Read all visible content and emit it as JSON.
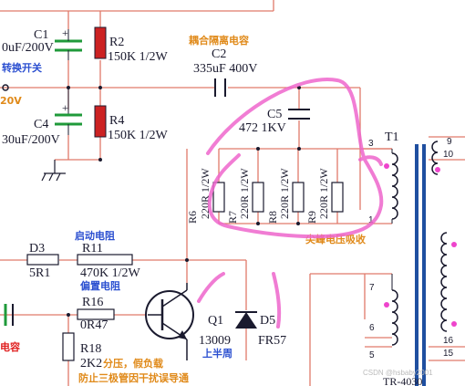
{
  "labels": {
    "c1_name": "C1",
    "c1_value": "0uF/200V",
    "switch_label": "转换开关",
    "r2_name": "R2",
    "r2_value": "150K 1/2W",
    "coupling_cap_label": "耦合隔离电容",
    "c2_name": "C2",
    "c2_value": "335uF 400V",
    "left_voltage": "20V",
    "c4_name": "C4",
    "c4_value": "30uF/200V",
    "r4_name": "R4",
    "r4_value": "150K 1/2W",
    "c5_name": "C5",
    "c5_value": "472 1KV",
    "t1_name": "T1",
    "r6": "R6",
    "r6_value": "220R 1/2W",
    "r7": "R7",
    "r7_value": "220R 1/2W",
    "r8": "R8",
    "r8_value": "220R 1/2W",
    "r9": "R9",
    "r9_value": "220R 1/2W",
    "peak_absorb_label": "尖峰电压吸收",
    "start_res_label": "启动电阻",
    "d3_name": "D3",
    "d3_value": "5R1",
    "r11_name": "R11",
    "r11_value": "470K 1/2W",
    "bias_res_label": "偏置电阻",
    "r16_name": "R16",
    "r16_value": "0R47",
    "q1_name": "Q1",
    "q1_value": "13009",
    "upper_half_label": "上半周",
    "d5_name": "D5",
    "d5_value": "FR57",
    "r18_name": "R18",
    "r18_value": "2K2",
    "divider_label": "分压，假负载",
    "anti_interference_label": "防止三极管因干扰误导通",
    "left_cap_label": "电容",
    "t1_pin3": "3",
    "t1_pin1": "1",
    "pin7": "7",
    "pin6": "6",
    "pin5": "5",
    "pin9": "9",
    "pin10": "10",
    "pin16": "16",
    "pin15": "15",
    "transformer_model": "TR-4030",
    "watermark": "CSDN @hsbaby2001"
  },
  "colors": {
    "wire": "#e07a6a",
    "component": "#1a1a2e",
    "resistor_fill": "#cc2222",
    "cap_plate": "#1f9a3a",
    "annotation": "#ee66cc"
  }
}
